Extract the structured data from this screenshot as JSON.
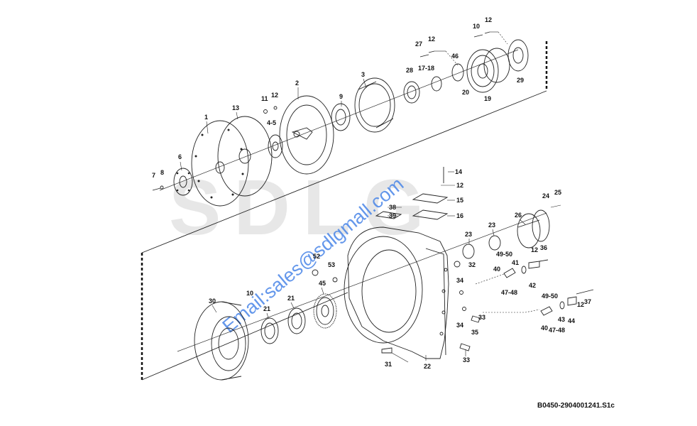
{
  "watermark": {
    "text": "SDLG",
    "email": "Email:sales@sdlgmall.com"
  },
  "drawing_code": "B0450-2904001241.S1c",
  "callouts": [
    {
      "id": "c1",
      "text": "1"
    },
    {
      "id": "c2",
      "text": "2"
    },
    {
      "id": "c3",
      "text": "3"
    },
    {
      "id": "c4-5",
      "text": "4-5"
    },
    {
      "id": "c6",
      "text": "6"
    },
    {
      "id": "c7",
      "text": "7"
    },
    {
      "id": "c8",
      "text": "8"
    },
    {
      "id": "c9",
      "text": "9"
    },
    {
      "id": "c10a",
      "text": "10"
    },
    {
      "id": "c10b",
      "text": "10"
    },
    {
      "id": "c11",
      "text": "11"
    },
    {
      "id": "c12a",
      "text": "12"
    },
    {
      "id": "c12b",
      "text": "12"
    },
    {
      "id": "c12c",
      "text": "12"
    },
    {
      "id": "c12d",
      "text": "12"
    },
    {
      "id": "c12e",
      "text": "12"
    },
    {
      "id": "c12f",
      "text": "12"
    },
    {
      "id": "c13",
      "text": "13"
    },
    {
      "id": "c14",
      "text": "14"
    },
    {
      "id": "c15",
      "text": "15"
    },
    {
      "id": "c16",
      "text": "16"
    },
    {
      "id": "c17-18",
      "text": "17-18"
    },
    {
      "id": "c19",
      "text": "19"
    },
    {
      "id": "c20",
      "text": "20"
    },
    {
      "id": "c21a",
      "text": "21"
    },
    {
      "id": "c21b",
      "text": "21"
    },
    {
      "id": "c22",
      "text": "22"
    },
    {
      "id": "c23a",
      "text": "23"
    },
    {
      "id": "c23b",
      "text": "23"
    },
    {
      "id": "c24",
      "text": "24"
    },
    {
      "id": "c25",
      "text": "25"
    },
    {
      "id": "c26",
      "text": "26"
    },
    {
      "id": "c27",
      "text": "27"
    },
    {
      "id": "c28",
      "text": "28"
    },
    {
      "id": "c29",
      "text": "29"
    },
    {
      "id": "c30",
      "text": "30"
    },
    {
      "id": "c31",
      "text": "31"
    },
    {
      "id": "c32",
      "text": "32"
    },
    {
      "id": "c33a",
      "text": "33"
    },
    {
      "id": "c33b",
      "text": "33"
    },
    {
      "id": "c34a",
      "text": "34"
    },
    {
      "id": "c34b",
      "text": "34"
    },
    {
      "id": "c35",
      "text": "35"
    },
    {
      "id": "c36",
      "text": "36"
    },
    {
      "id": "c37",
      "text": "37"
    },
    {
      "id": "c38",
      "text": "38"
    },
    {
      "id": "c39",
      "text": "39"
    },
    {
      "id": "c40a",
      "text": "40"
    },
    {
      "id": "c40b",
      "text": "40"
    },
    {
      "id": "c41",
      "text": "41"
    },
    {
      "id": "c42",
      "text": "42"
    },
    {
      "id": "c43",
      "text": "43"
    },
    {
      "id": "c44",
      "text": "44"
    },
    {
      "id": "c45",
      "text": "45"
    },
    {
      "id": "c46",
      "text": "46"
    },
    {
      "id": "c47-48a",
      "text": "47-48"
    },
    {
      "id": "c47-48b",
      "text": "47-48"
    },
    {
      "id": "c49-50a",
      "text": "49-50"
    },
    {
      "id": "c49-50b",
      "text": "49-50"
    },
    {
      "id": "c52",
      "text": "52"
    },
    {
      "id": "c53",
      "text": "53"
    }
  ]
}
